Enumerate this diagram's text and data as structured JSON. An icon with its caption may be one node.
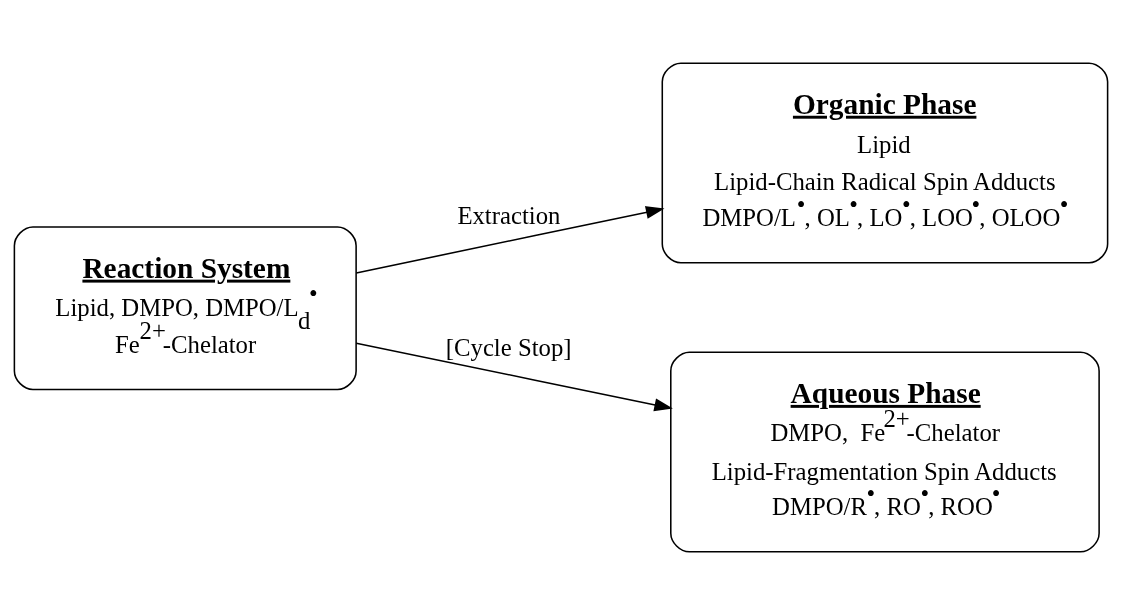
{
  "diagram": {
    "nodes": [
      {
        "text": [
          "Reaction System",
          "Lipid, DMPO, DMPO/L$_{d}$$^{•}$",
          "Fe$^{2+}$-Chelator"
        ]
      },
      {
        "text": [
          "Organic Phase",
          "Lipid",
          "Lipid-Chain Radical Spin Adducts",
          "DMPO/L$^{•}$, OL$^{•}$, LO$^{•}$, LOO$^{•}$, OLOO$^{•}$"
        ]
      },
      {
        "text": [
          "Aqueous Phase",
          "DMPO,  Fe$^{2+}$-Chelator",
          "Lipid-Fragmentation Spin Adducts",
          "DMPO/R$^{•}$, RO$^{•}$, ROO$^{•}$"
        ]
      }
    ],
    "edges": [
      {
        "from": 0,
        "to": 1,
        "arrow": "to",
        "label": "Extraction"
      },
      {
        "from": 0,
        "to": 2,
        "arrow": "to",
        "label": "[Cycle Stop]"
      }
    ]
  }
}
